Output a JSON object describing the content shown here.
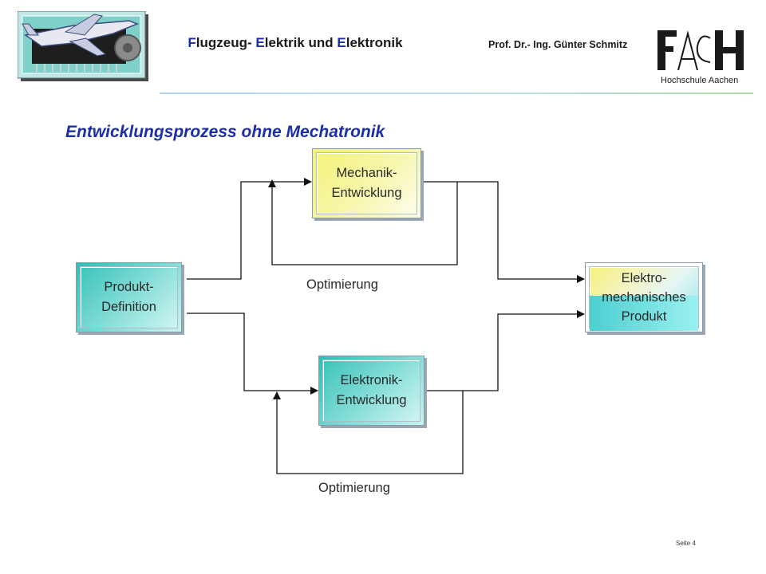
{
  "header": {
    "title_parts": [
      {
        "text": "F",
        "color": "blue"
      },
      {
        "text": "lugzeug- ",
        "color": "dark"
      },
      {
        "text": "E",
        "color": "blue"
      },
      {
        "text": "lektrik und ",
        "color": "dark"
      },
      {
        "text": "E",
        "color": "blue"
      },
      {
        "text": "lektronik",
        "color": "dark"
      }
    ],
    "author": "Prof. Dr.- Ing. Günter Schmitz",
    "logo_letters": "FAC H",
    "logo_subtitle": "Hochschule Aachen"
  },
  "slide": {
    "title": "Entwicklungsprozess ohne Mechatronik",
    "page_label": "Seite 4"
  },
  "diagram": {
    "box_produkt_definition": {
      "line1": "Produkt-",
      "line2": "Definition"
    },
    "box_mechanik": {
      "line1": "Mechanik-",
      "line2": "Entwicklung"
    },
    "box_elektronik": {
      "line1": "Elektronik-",
      "line2": "Entwicklung"
    },
    "box_produkt": {
      "line1": "Elektro-",
      "line2": "mechanisches",
      "line3": "Produkt"
    },
    "loop_label_top": "Optimierung",
    "loop_label_bottom": "Optimierung"
  },
  "colors": {
    "title_blue": "#1c2fa8",
    "box_teal": "#3cc4bb",
    "box_yellow": "#f3f37d",
    "line": "#111111"
  }
}
